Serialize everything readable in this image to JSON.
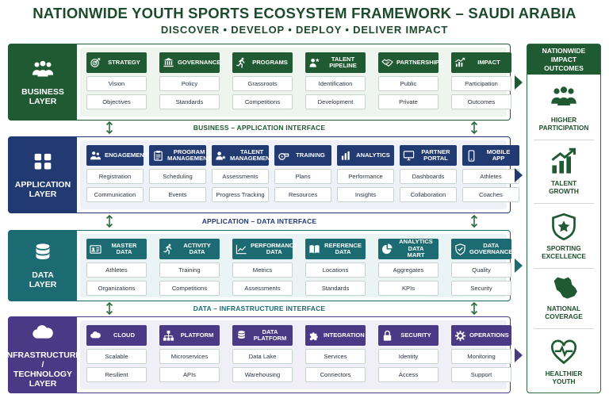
{
  "title": "NATIONWIDE YOUTH SPORTS ECOSYSTEM FRAMEWORK – SAUDI ARABIA",
  "subtitle": "DISCOVER • DEVELOP • DEPLOY • DELIVER IMPACT",
  "colors": {
    "business": "#1f5a32",
    "application": "#223a72",
    "data": "#1c6b72",
    "infrastructure": "#4a3a86"
  },
  "layers": [
    {
      "label": "BUSINESS\nLAYER",
      "icon": "people-group-icon",
      "columns": [
        {
          "title": "STRATEGY",
          "icon": "target-icon",
          "items": [
            "Vision",
            "Objectives"
          ]
        },
        {
          "title": "GOVERNANCE",
          "icon": "institution-icon",
          "items": [
            "Policy",
            "Standards"
          ]
        },
        {
          "title": "PROGRAMS",
          "icon": "runner-icon",
          "items": [
            "Grassroots",
            "Competitions"
          ]
        },
        {
          "title": "TALENT PIPELINE",
          "icon": "talent-icon",
          "items": [
            "Identification",
            "Development"
          ]
        },
        {
          "title": "PARTNERSHIPS",
          "icon": "handshake-icon",
          "items": [
            "Public",
            "Private"
          ]
        },
        {
          "title": "IMPACT",
          "icon": "chart-up-icon",
          "items": [
            "Participation",
            "Outcomes"
          ]
        }
      ]
    },
    {
      "label": "APPLICATION\nLAYER",
      "icon": "app-grid-icon",
      "columns": [
        {
          "title": "ENGAGEMENT",
          "icon": "people-icon",
          "items": [
            "Registration",
            "Communication"
          ]
        },
        {
          "title": "PROGRAM\nMANAGEMENT",
          "icon": "clipboard-icon",
          "items": [
            "Scheduling",
            "Events"
          ]
        },
        {
          "title": "TALENT\nMANAGEMENT",
          "icon": "star-person-icon",
          "items": [
            "Assessments",
            "Progress Tracking"
          ]
        },
        {
          "title": "TRAINING",
          "icon": "whistle-icon",
          "items": [
            "Plans",
            "Resources"
          ]
        },
        {
          "title": "ANALYTICS",
          "icon": "bar-chart-icon",
          "items": [
            "Performance",
            "Insights"
          ]
        },
        {
          "title": "PARTNER\nPORTAL",
          "icon": "monitor-icon",
          "items": [
            "Dashboards",
            "Collaboration"
          ]
        },
        {
          "title": "MOBILE\nAPP",
          "icon": "mobile-icon",
          "items": [
            "Athletes",
            "Coaches"
          ]
        }
      ]
    },
    {
      "label": "DATA\nLAYER",
      "icon": "database-icon",
      "columns": [
        {
          "title": "MASTER DATA",
          "icon": "id-card-icon",
          "items": [
            "Athletes",
            "Organizations"
          ]
        },
        {
          "title": "ACTIVITY DATA",
          "icon": "runner-icon",
          "items": [
            "Training",
            "Competitions"
          ]
        },
        {
          "title": "PERFORMANCE\nDATA",
          "icon": "line-chart-icon",
          "items": [
            "Metrics",
            "Assessments"
          ]
        },
        {
          "title": "REFERENCE DATA",
          "icon": "book-icon",
          "items": [
            "Locations",
            "Standards"
          ]
        },
        {
          "title": "ANALYTICS DATA\nMART",
          "icon": "pie-chart-icon",
          "items": [
            "Aggregates",
            "KPIs"
          ]
        },
        {
          "title": "DATA GOVERNANCE",
          "icon": "shield-check-icon",
          "items": [
            "Quality",
            "Security"
          ]
        }
      ]
    },
    {
      "label": "INFRASTRUCTURE /\nTECHNOLOGY\nLAYER",
      "icon": "cloud-icon",
      "columns": [
        {
          "title": "CLOUD",
          "icon": "cloud-icon",
          "items": [
            "Scalable",
            "Resilient"
          ]
        },
        {
          "title": "PLATFORM",
          "icon": "network-icon",
          "items": [
            "Microservices",
            "APIs"
          ]
        },
        {
          "title": "DATA PLATFORM",
          "icon": "database-icon",
          "items": [
            "Data Lake",
            "Warehousing"
          ]
        },
        {
          "title": "INTEGRATION",
          "icon": "puzzle-icon",
          "items": [
            "Services",
            "Connectors"
          ]
        },
        {
          "title": "SECURITY",
          "icon": "lock-icon",
          "items": [
            "Identity",
            "Access"
          ]
        },
        {
          "title": "OPERATIONS",
          "icon": "gear-icon",
          "items": [
            "Monitoring",
            "Support"
          ]
        }
      ]
    }
  ],
  "interfaces": [
    "BUSINESS – APPLICATION INTERFACE",
    "APPLICATION – DATA INTERFACE",
    "DATA – INFRASTRUCTURE INTERFACE"
  ],
  "outcomes": {
    "title": "NATIONWIDE\nIMPACT OUTCOMES",
    "items": [
      {
        "label": "HIGHER\nPARTICIPATION",
        "icon": "people-group-icon"
      },
      {
        "label": "TALENT\nGROWTH",
        "icon": "growth-chart-icon"
      },
      {
        "label": "SPORTING\nEXCELLENCE",
        "icon": "star-shield-icon"
      },
      {
        "label": "NATIONAL\nCOVERAGE",
        "icon": "saudi-map-icon"
      },
      {
        "label": "HEALTHIER\nYOUTH",
        "icon": "heart-pulse-icon"
      }
    ]
  }
}
